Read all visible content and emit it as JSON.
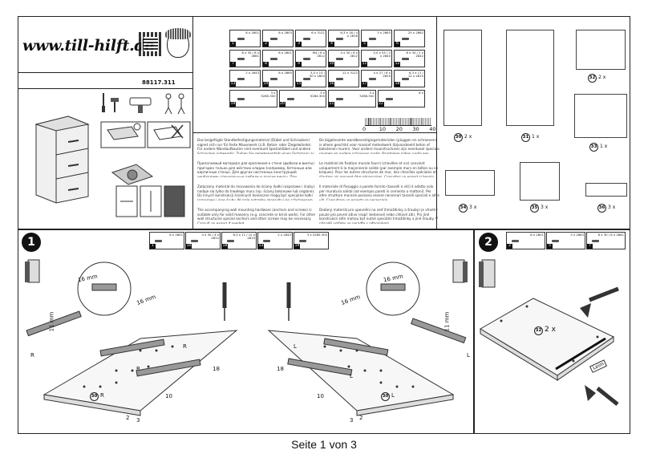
{
  "header": {
    "logo": "www.till-hilft.de",
    "article_number": "88117.311"
  },
  "intro_text": [
    "Das beigefügte Standbefestigungsmaterial (Dübel und Schrauben) eignet sich nur für feste Mauerwerk (z.B. Beton- oder Ziegelwände). Für andere Wandaufbauten sind eventuell Spezialdübel und andere Schrauben notwendig. Ziehen Sie gegebenenfalls einen Fachmann zu Rate.",
    "Прилагаемый материал для крепления к стене (дюбели и винты) пригоден только для жёстких кладок (например, бетонные или кирпичные стены). Для других настенных конструкций необходимы специальные дюбели и другие винты. При необходимости проконсультируйтесь со специалистом.",
    "Załączony materiał do mocowania do ściany (kołki rozporowe i śruby) nadaje się tylko do trwałego muru (np. ściany betonowe lub ceglane). Do innych konstrukcji ściennych konieczne mogą być specjalne kołki rozporowe i inne śruby. W razie potrzeby skonsultuj się z fachowcem.",
    "The accompanying wall mounting hardware (anchors and screws) is suitable only for solid masonry (e.g. concrete or brick walls). For other wall structures special anchors and other screws may be necessary. Consult an expert if needed."
  ],
  "intro_text_right": [
    "De bijgeleverde wandbevestigingsmaterialen (pluggen en schroeven) is alleen geschikt voor massief metselwerk (bijvoorbeeld beton of bakstenen muren). Voor andere muurstructuren zijn eventueel speciale pluggen en andere schroeven nodig. Raadpleeg indien nodig een deskundige.",
    "Le matériel de fixation murale fourni (chevilles et vis) convient uniquement à la maçonnerie solide (par exemple murs en béton ou en briques). Pour les autres structures de mur, des chevilles spéciales et d'autres vis peuvent être nécessaires. Consultez un expert si besoin.",
    "Il materiale di fissaggio a parete fornito (tasselli e viti) è adatto solo per muratura solida (ad esempio pareti in cemento o mattoni). Per altre strutture murarie possono essere necessari tasselli speciali e altre viti. Consultare un esperto se necessario.",
    "Dodaný materiál pro upevnění na zeď (hmoždinky a šrouby) je vhodný pouze pro pevné zdivo (např. betonové nebo cihlové zdi). Pro jiné konstrukce stěn mohou být nutné speciální hmoždinky a jiné šrouby. V případě potřeby se poraďte s odborníkem."
  ],
  "parts": [
    {
      "no": "1",
      "qty": "8 x",
      "code": "2801"
    },
    {
      "no": "2",
      "qty": "8 x",
      "code": "2803"
    },
    {
      "no": "3",
      "qty": "6 x",
      "code": "3121"
    },
    {
      "no": "4",
      "qty": "6,3 x 16 / 4 x",
      "code": "2816"
    },
    {
      "no": "5",
      "qty": "3 x",
      "code": "2863"
    },
    {
      "no": "6",
      "qty": "25 x",
      "code": "2862"
    },
    {
      "no": "7",
      "qty": "8 x 30 / 8 x",
      "code": "2861"
    },
    {
      "no": "8",
      "qty": "8 x",
      "code": "2801"
    },
    {
      "no": "9",
      "qty": "M4 / 6 x",
      "code": "2812"
    },
    {
      "no": "10",
      "qty": "4 x 30 / 6 x",
      "code": "2812"
    },
    {
      "no": "11",
      "qty": "5,0 x 55 / 2 x",
      "code": "2840"
    },
    {
      "no": "12",
      "qty": "8 x 30 / 2 x",
      "code": "2842"
    },
    {
      "no": "13",
      "qty": "2 x",
      "code": "2843"
    },
    {
      "no": "14",
      "qty": "6 x",
      "code": "2865"
    },
    {
      "no": "15",
      "qty": "3,5 x 15 / 50 x",
      "code": "2804"
    },
    {
      "no": "16",
      "qty": "12 x",
      "code": "3122"
    },
    {
      "no": "17",
      "qty": "4 x 27 / 8 x",
      "code": "2829"
    },
    {
      "no": "18",
      "qty": "6,3 x 11 / 12 x",
      "code": "2815"
    },
    {
      "no": "19",
      "qty": "3 x",
      "code": "5285.300"
    },
    {
      "no": "20",
      "qty": "3 x",
      "code": "5284.300"
    },
    {
      "no": "21",
      "qty": "3 x",
      "code": "5286.300"
    },
    {
      "no": "22",
      "qty": "6 x",
      "code": ""
    }
  ],
  "ruler": {
    "ticks": [
      "0",
      "10",
      "20",
      "30",
      "40"
    ]
  },
  "panels": [
    {
      "no": "30",
      "qty": "2 x"
    },
    {
      "no": "31",
      "qty": "1 x"
    },
    {
      "no": "32",
      "qty": "2 x"
    },
    {
      "no": "33",
      "qty": "1 x"
    },
    {
      "no": "34",
      "qty": "3 x"
    },
    {
      "no": "35",
      "qty": "3 x"
    },
    {
      "no": "36",
      "qty": "3 x"
    }
  ],
  "step1": {
    "badge": "1",
    "hardware": [
      {
        "no": "1",
        "qty": "8 x",
        "code": "2801"
      },
      {
        "no": "10",
        "qty": "4 x 30 / 4 x",
        "code": "2812"
      },
      {
        "no": "18",
        "qty": "6,3 x 11 / 12 x",
        "code": "2815"
      },
      {
        "no": "13",
        "qty": "2 x",
        "code": "2843"
      },
      {
        "no": "19",
        "qty": "3 x",
        "code": "5285.300"
      }
    ],
    "dim_16": "16 mm",
    "dim_11": "11 mm",
    "label_R": "R",
    "label_L": "L",
    "label_18": "18",
    "label_10": "10",
    "label_30": "30",
    "label_2": "2",
    "label_3": "3"
  },
  "step2": {
    "badge": "2",
    "hardware": [
      {
        "no": "2",
        "qty": "8 x",
        "code": "2801"
      },
      {
        "no": "5",
        "qty": "3 x",
        "code": "2863"
      },
      {
        "no": "7",
        "qty": "8 x 30 / 8 x",
        "code": "2861"
      }
    ],
    "panel_label": "32",
    "panel_qty": "2 x",
    "glue": "Leim"
  },
  "footer": "Seite 1 von 3"
}
